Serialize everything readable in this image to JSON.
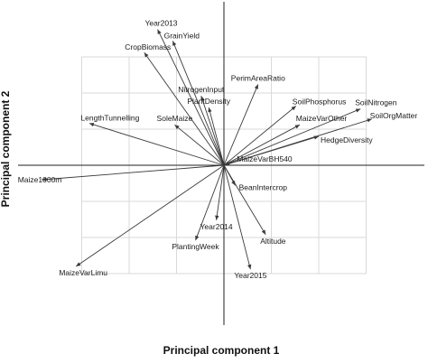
{
  "chart_data": {
    "type": "scatter",
    "subtype": "pca-biplot-loadings",
    "xlabel": "Principal component 1",
    "ylabel": "Principal component 2",
    "xlim": [
      -1.0,
      1.0
    ],
    "ylim": [
      -1.0,
      1.0
    ],
    "grid": true,
    "vectors": [
      {
        "name": "Year2013",
        "x": -0.35,
        "y": 0.94
      },
      {
        "name": "GrainYield",
        "x": -0.27,
        "y": 0.86
      },
      {
        "name": "CropBiomass",
        "x": -0.42,
        "y": 0.78
      },
      {
        "name": "NitrogenInput",
        "x": -0.12,
        "y": 0.48
      },
      {
        "name": "PlantDensity",
        "x": -0.08,
        "y": 0.4
      },
      {
        "name": "SoleMaize",
        "x": -0.26,
        "y": 0.28
      },
      {
        "name": "PerimAreaRatio",
        "x": 0.18,
        "y": 0.56
      },
      {
        "name": "SoilPhosphorus",
        "x": 0.38,
        "y": 0.41
      },
      {
        "name": "SoilNitrogen",
        "x": 0.72,
        "y": 0.39
      },
      {
        "name": "SoilOrgMatter",
        "x": 0.78,
        "y": 0.32
      },
      {
        "name": "MaizeVarOther",
        "x": 0.4,
        "y": 0.28
      },
      {
        "name": "HedgeDiversity",
        "x": 0.5,
        "y": 0.2
      },
      {
        "name": "MaizeVarBH540",
        "x": 0.04,
        "y": 0.02
      },
      {
        "name": "LengthTunnelling",
        "x": -0.71,
        "y": 0.29
      },
      {
        "name": "Maize1000m",
        "x": -0.96,
        "y": -0.1
      },
      {
        "name": "BeanIntercrop",
        "x": 0.06,
        "y": -0.14
      },
      {
        "name": "Year2014",
        "x": -0.04,
        "y": -0.38
      },
      {
        "name": "PlantingWeek",
        "x": -0.15,
        "y": -0.52
      },
      {
        "name": "Altitude",
        "x": 0.22,
        "y": -0.48
      },
      {
        "name": "Year2015",
        "x": 0.14,
        "y": -0.72
      },
      {
        "name": "MaizeVarLimu",
        "x": -0.78,
        "y": -0.7
      }
    ]
  }
}
